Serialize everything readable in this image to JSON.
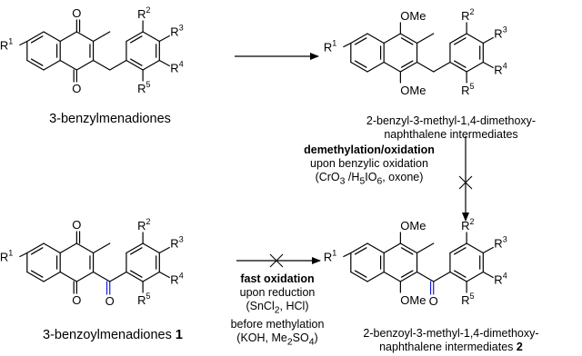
{
  "compounds": {
    "benzylmenadiones": {
      "caption": "3-benzylmenadiones"
    },
    "benzyl_intermediates": {
      "caption_line1": "2-benzyl-3-methyl-1,4-dimethoxy-",
      "caption_line2": "naphthalene intermediates"
    },
    "benzoylmenadiones": {
      "caption": "3-benzoylmenadiones",
      "number": "1"
    },
    "benzoyl_intermediates": {
      "caption_line1": "2-benzoyl-3-methyl-1,4-dimethoxy-",
      "caption_line2": "naphthalene intermediates",
      "number": "2"
    }
  },
  "labels": {
    "O": "O",
    "OMe": "OMe",
    "R": "R",
    "r1": "1",
    "r2": "2",
    "r3": "3",
    "r4": "4",
    "r5": "5"
  },
  "conditions": {
    "demethylation": {
      "title": "demethylation/oxidation",
      "line1": "upon benzylic oxidation",
      "line2_a": "(CrO",
      "line2_sub1": "3",
      "line2_b": " /H",
      "line2_sub2": "5",
      "line2_c": "IO",
      "line2_sub3": "6",
      "line2_d": ", oxone)"
    },
    "fast_oxidation": {
      "title": "fast oxidation",
      "line1": "upon reduction",
      "line2_a": "(SnCl",
      "line2_sub": "2",
      "line2_b": ", HCl)",
      "line3": "before methylation",
      "line4_a": "(KOH, Me",
      "line4_sub1": "2",
      "line4_b": "SO",
      "line4_sub2": "4",
      "line4_c": ")"
    }
  },
  "colors": {
    "carbonyl": "#1a1ad6",
    "ink": "#000000"
  }
}
